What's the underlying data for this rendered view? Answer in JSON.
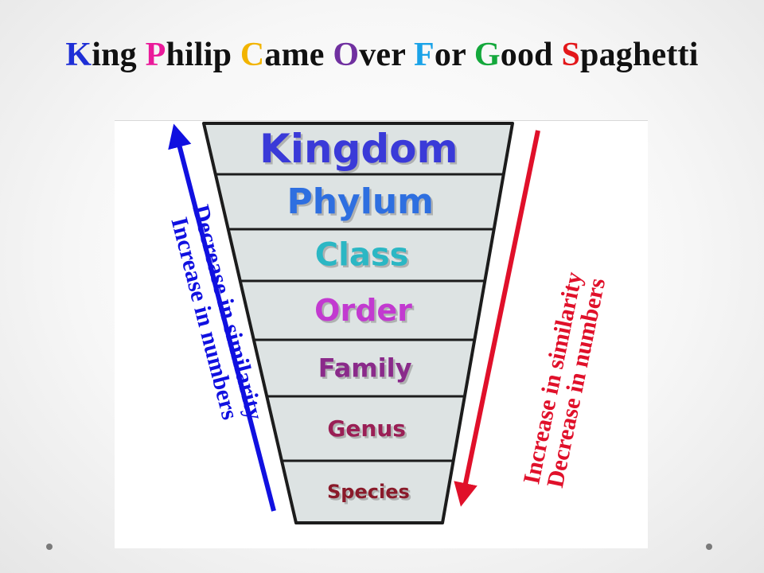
{
  "title": {
    "words": [
      {
        "initial": "K",
        "rest": "ing",
        "color": "#1e2fd6"
      },
      {
        "initial": "P",
        "rest": "hilip",
        "color": "#ea1a9a"
      },
      {
        "initial": "C",
        "rest": "ame",
        "color": "#f2b400"
      },
      {
        "initial": "O",
        "rest": "ver",
        "color": "#7030a0"
      },
      {
        "initial": "F",
        "rest": "or",
        "color": "#1aa3e8"
      },
      {
        "initial": "G",
        "rest": "ood",
        "color": "#14a83c"
      },
      {
        "initial": "S",
        "rest": "paghetti",
        "color": "#e3171a"
      }
    ]
  },
  "diagram": {
    "levels": [
      {
        "name": "Kingdom",
        "color": "#3a3ad8"
      },
      {
        "name": "Phylum",
        "color": "#2e6fe0"
      },
      {
        "name": "Class",
        "color": "#2bb7c4"
      },
      {
        "name": "Order",
        "color": "#c23ad0"
      },
      {
        "name": "Family",
        "color": "#8a2a8a"
      },
      {
        "name": "Genus",
        "color": "#9a1f55"
      },
      {
        "name": "Species",
        "color": "#8a1a2a"
      }
    ],
    "funnel_fill": "#dde3e3",
    "left_arrow": {
      "color": "#1010e0",
      "line1": "Decrease in similarity",
      "line2": "Increase in numbers"
    },
    "right_arrow": {
      "color": "#e0102a",
      "line1": "Increase in similarity",
      "line2": "Decrease in numbers"
    }
  }
}
